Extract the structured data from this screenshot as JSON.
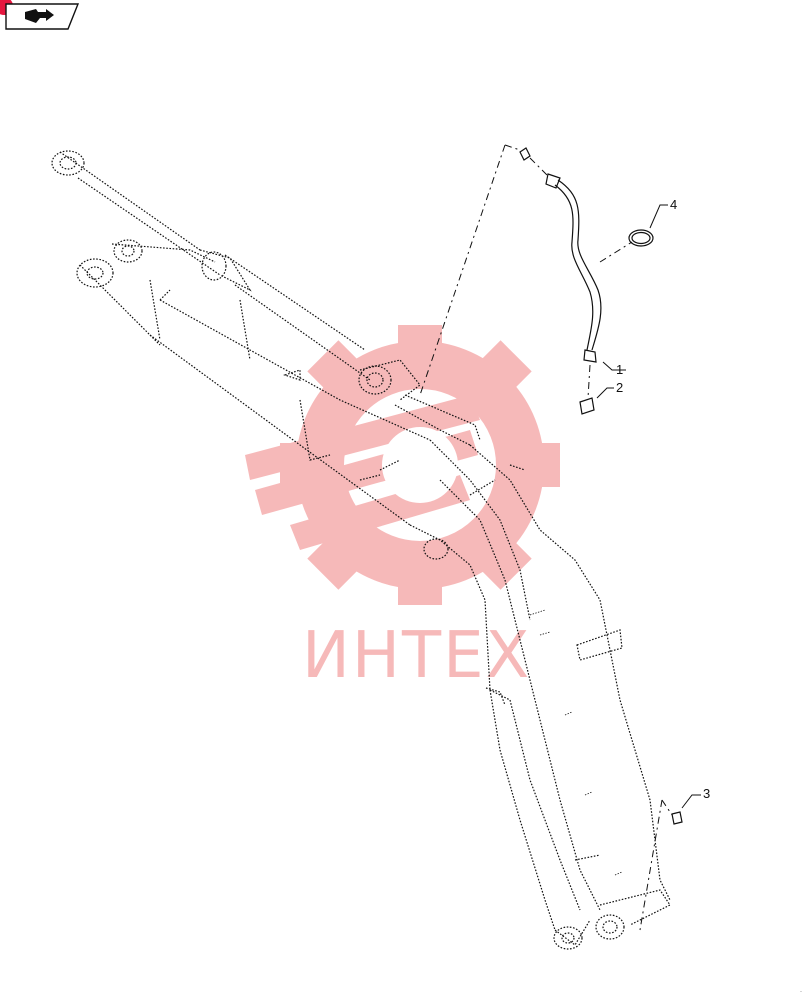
{
  "nav": {
    "icon": "book-arrow-icon"
  },
  "watermark": {
    "text": "ИНТЕХ",
    "color": "#f08080"
  },
  "callouts": [
    {
      "id": "c1",
      "label": "1"
    },
    {
      "id": "c2",
      "label": "2"
    },
    {
      "id": "c3",
      "label": "3"
    },
    {
      "id": "c4",
      "label": "4"
    }
  ],
  "colors": {
    "line": "#111111",
    "accent": "#e5173f",
    "watermark": "#f08080"
  }
}
